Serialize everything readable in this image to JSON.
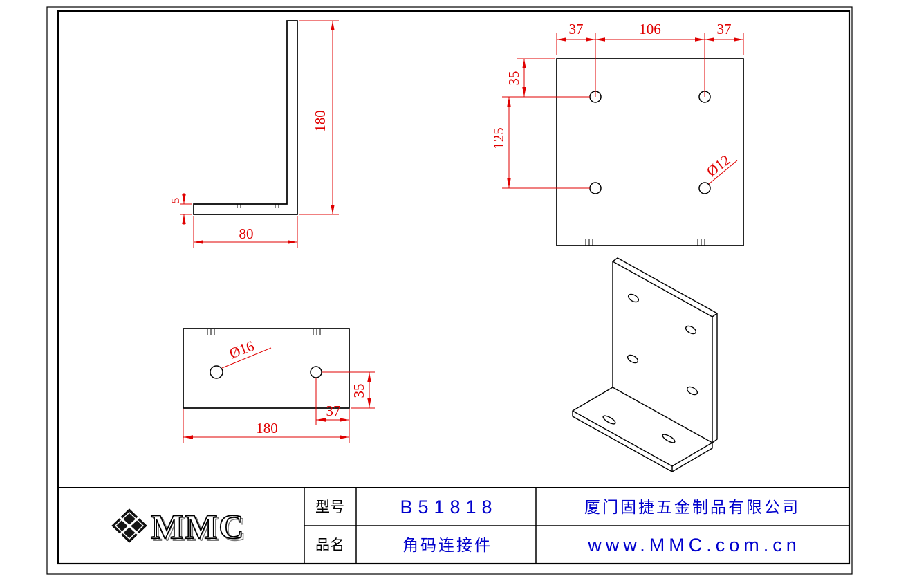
{
  "drawing": {
    "side_view": {
      "dim_height": "180",
      "dim_width": "80",
      "dim_thickness": "5"
    },
    "front_view": {
      "dim_left": "37",
      "dim_middle": "106",
      "dim_right": "37",
      "dim_top_offset": "35",
      "dim_row_spacing": "125",
      "hole_label": "Ø12"
    },
    "base_view": {
      "hole_label": "Ø16",
      "dim_length": "180",
      "dim_edge_offset": "37",
      "dim_bottom_offset": "35"
    }
  },
  "title_block": {
    "logo_text": "MMC",
    "model_label": "型号",
    "model_value": "B51818",
    "product_label": "品名",
    "product_value": "角码连接件",
    "company": "厦门固捷五金制品有限公司",
    "website": "www.MMC.com.cn"
  },
  "colors": {
    "dimension_red": "#e00000",
    "title_blue": "#0000cc",
    "line_black": "#000000"
  }
}
